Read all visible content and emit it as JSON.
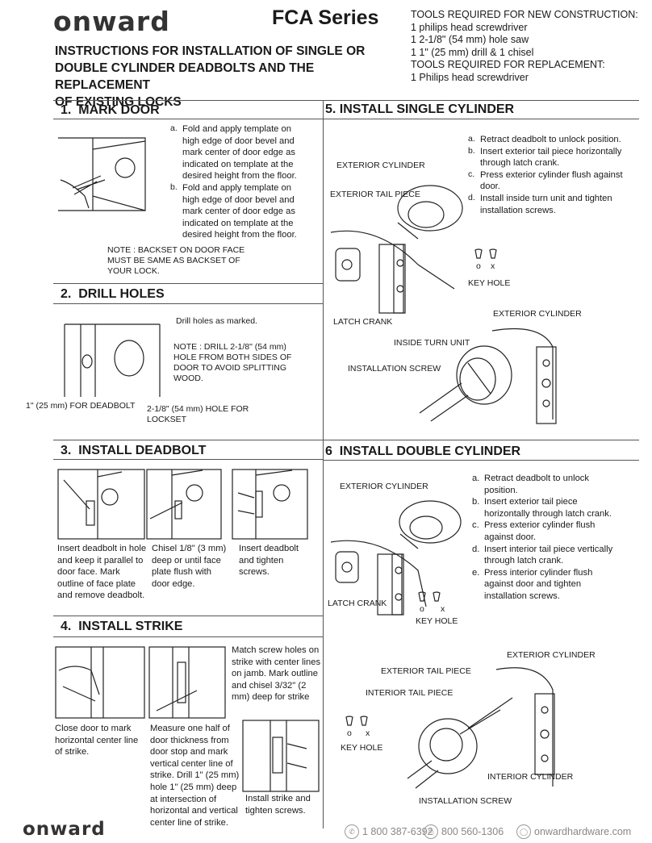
{
  "header": {
    "logo": "onward",
    "series": "FCA Series",
    "title_lines": [
      "INSTRUCTIONS FOR INSTALLATION OF SINGLE OR",
      "DOUBLE CYLINDER DEADBOLTS AND THE REPLACEMENT",
      "OF EXISTING LOCKS"
    ],
    "tools": [
      "TOOLS REQUIRED FOR NEW CONSTRUCTION:",
      "1 philips head screwdriver",
      "1 2-1/8\" (54 mm) hole saw",
      "1 1\" (25 mm) drill & 1 chisel",
      "TOOLS REQUIRED FOR REPLACEMENT:",
      "1 Philips head screwdriver"
    ]
  },
  "sections": {
    "mark_door": {
      "number": "1.",
      "title": "MARK DOOR",
      "steps": [
        {
          "key": "a.",
          "text": "Fold and apply template on high edge of door bevel and mark center of door edge as indicated on template at the desired height from the floor."
        },
        {
          "key": "b.",
          "text": "Fold and apply template on high edge of door bevel and mark center of door edge as indicated on template at the desired height from the floor."
        }
      ],
      "note": "NOTE : BACKSET ON DOOR FACE MUST BE SAME AS BACKSET OF YOUR LOCK."
    },
    "drill_holes": {
      "number": "2.",
      "title": "DRILL HOLES",
      "text": "Drill holes as marked.",
      "note": "NOTE : DRILL 2-1/8\" (54 mm) HOLE FROM BOTH SIDES OF DOOR TO AVOID SPLITTING WOOD.",
      "label_deadbolt": "1\" (25 mm) FOR DEADBOLT",
      "label_lockset": "2-1/8\" (54 mm) HOLE FOR LOCKSET"
    },
    "install_deadbolt": {
      "number": "3.",
      "title": "INSTALL DEADBOLT",
      "captions": [
        "Insert deadbolt in hole and keep it parallel to door face. Mark outline of face plate and remove deadbolt.",
        "Chisel 1/8\" (3 mm) deep or until face plate flush with door edge.",
        "Insert deadbolt and tighten screws."
      ]
    },
    "install_strike": {
      "number": "4.",
      "title": "INSTALL STRIKE",
      "caption_close": "Close door to mark horizontal center line of strike.",
      "caption_measure": "Measure one half of door thickness from door stop and mark vertical center line of strike. Drill 1\" (25 mm) hole 1\" (25 mm) deep at intersection of horizontal and vertical center line of strike.",
      "caption_match": "Match screw holes on strike with center lines on jamb. Mark outline and chisel 3/32\" (2 mm) deep for strike",
      "caption_install": "Install strike and tighten screws."
    },
    "single_cylinder": {
      "number": "5.",
      "title": "INSTALL SINGLE CYLINDER",
      "steps": [
        {
          "key": "a.",
          "text": "Retract deadbolt to unlock position."
        },
        {
          "key": "b.",
          "text": "Insert exterior tail piece horizontally through latch crank."
        },
        {
          "key": "c.",
          "text": "Press exterior cylinder flush against door."
        },
        {
          "key": "d.",
          "text": "Install inside turn unit and tighten installation screws."
        }
      ],
      "labels": {
        "exterior_cylinder": "EXTERIOR CYLINDER",
        "exterior_tail_piece": "EXTERIOR TAIL PIECE",
        "latch_crank": "LATCH CRANK",
        "key_hole": "KEY HOLE",
        "exterior_cylinder_2": "EXTERIOR CYLINDER",
        "inside_turn_unit": "INSIDE TURN UNIT",
        "installation_screw": "INSTALLATION SCREW",
        "o": "o",
        "x": "x"
      }
    },
    "double_cylinder": {
      "number": "6",
      "title": "INSTALL DOUBLE CYLINDER",
      "steps": [
        {
          "key": "a.",
          "text": "Retract deadbolt to unlock position."
        },
        {
          "key": "b.",
          "text": "Insert exterior tail piece horizontally through latch crank."
        },
        {
          "key": "c.",
          "text": "Press exterior cylinder flush against door."
        },
        {
          "key": "d.",
          "text": "Insert interior tail piece vertically through latch crank."
        },
        {
          "key": "e.",
          "text": "Press interior cylinder flush against door and tighten installation screws."
        }
      ],
      "labels": {
        "exterior_cylinder": "EXTERIOR CYLINDER",
        "latch_crank": "LATCH CRANK",
        "key_hole": "KEY HOLE",
        "exterior_cylinder_2": "EXTERIOR CYLINDER",
        "exterior_tail_piece": "EXTERIOR TAIL PIECE",
        "interior_tail_piece": "INTERIOR TAIL PIECE",
        "key_hole_2": "KEY HOLE",
        "interior_cylinder": "INTERIOR CYLINDER",
        "installation_screw": "INSTALLATION SCREW",
        "o": "o",
        "x": "x"
      }
    }
  },
  "footer": {
    "logo": "onward",
    "phone_1": "1 800 387-6392",
    "phone_2": "800 560-1306",
    "website": "onwardhardware.com",
    "phone_icon": "phone-icon",
    "fax_icon": "fax-icon",
    "globe_icon": "globe-icon"
  }
}
